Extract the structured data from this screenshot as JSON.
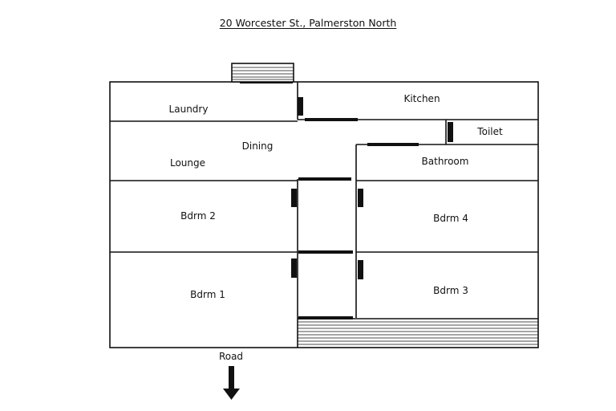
{
  "title": "20 Worcester St., Palmerston North",
  "rooms": {
    "laundry": "Laundry",
    "kitchen": "Kitchen",
    "toilet": "Toilet",
    "dining": "Dining",
    "lounge": "Lounge",
    "bathroom": "Bathroom",
    "bdrm2": "Bdrm 2",
    "bdrm4": "Bdrm 4",
    "bdrm1": "Bdrm 1",
    "bdrm3": "Bdrm 3"
  },
  "road_label": "Road",
  "colors": {
    "wall": "#111111",
    "background": "#ffffff"
  }
}
